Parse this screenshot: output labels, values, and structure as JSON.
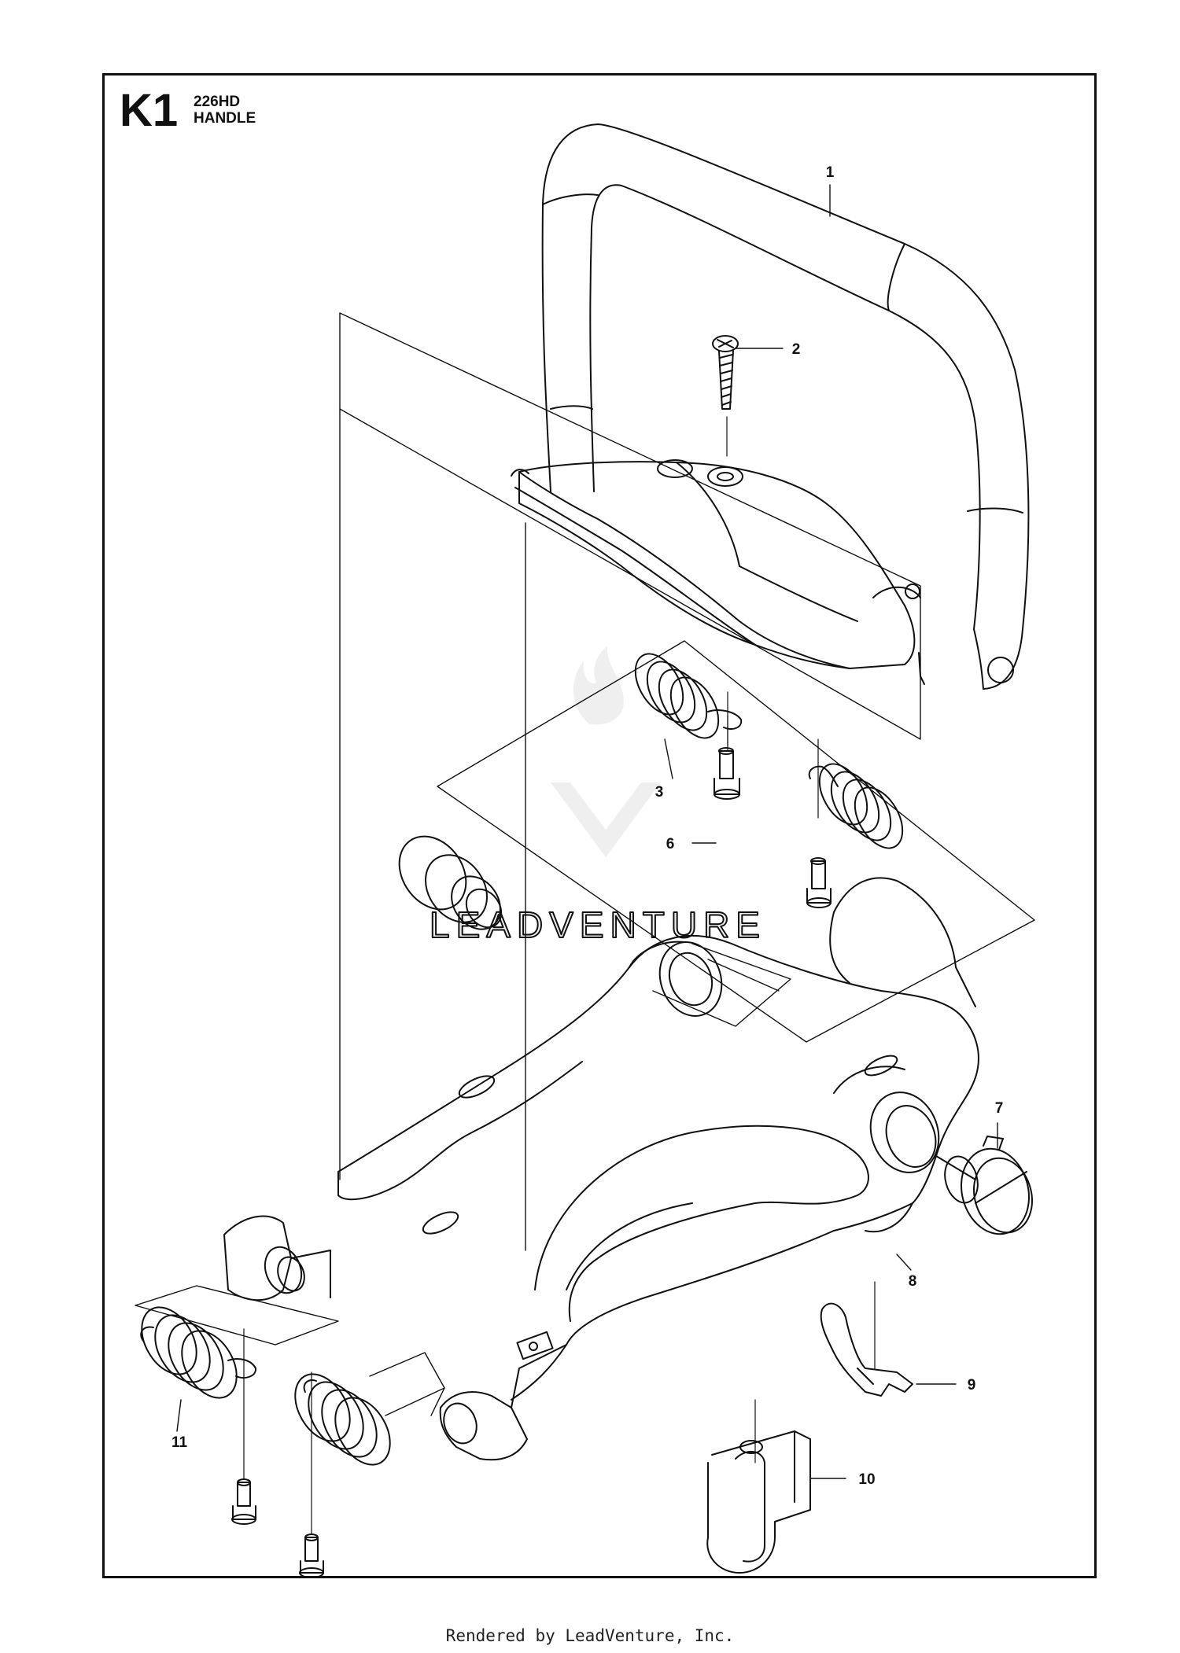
{
  "header": {
    "section_code": "K1",
    "model": "226HD",
    "title": "HANDLE"
  },
  "watermark": {
    "text": "LEADVENTURE"
  },
  "callouts": [
    "1",
    "2",
    "3",
    "6",
    "7",
    "8",
    "9",
    "10",
    "11"
  ],
  "footer": {
    "text": "Rendered by LeadVenture, Inc."
  },
  "colors": {
    "line": "#111111",
    "watermark": "#ececec"
  }
}
